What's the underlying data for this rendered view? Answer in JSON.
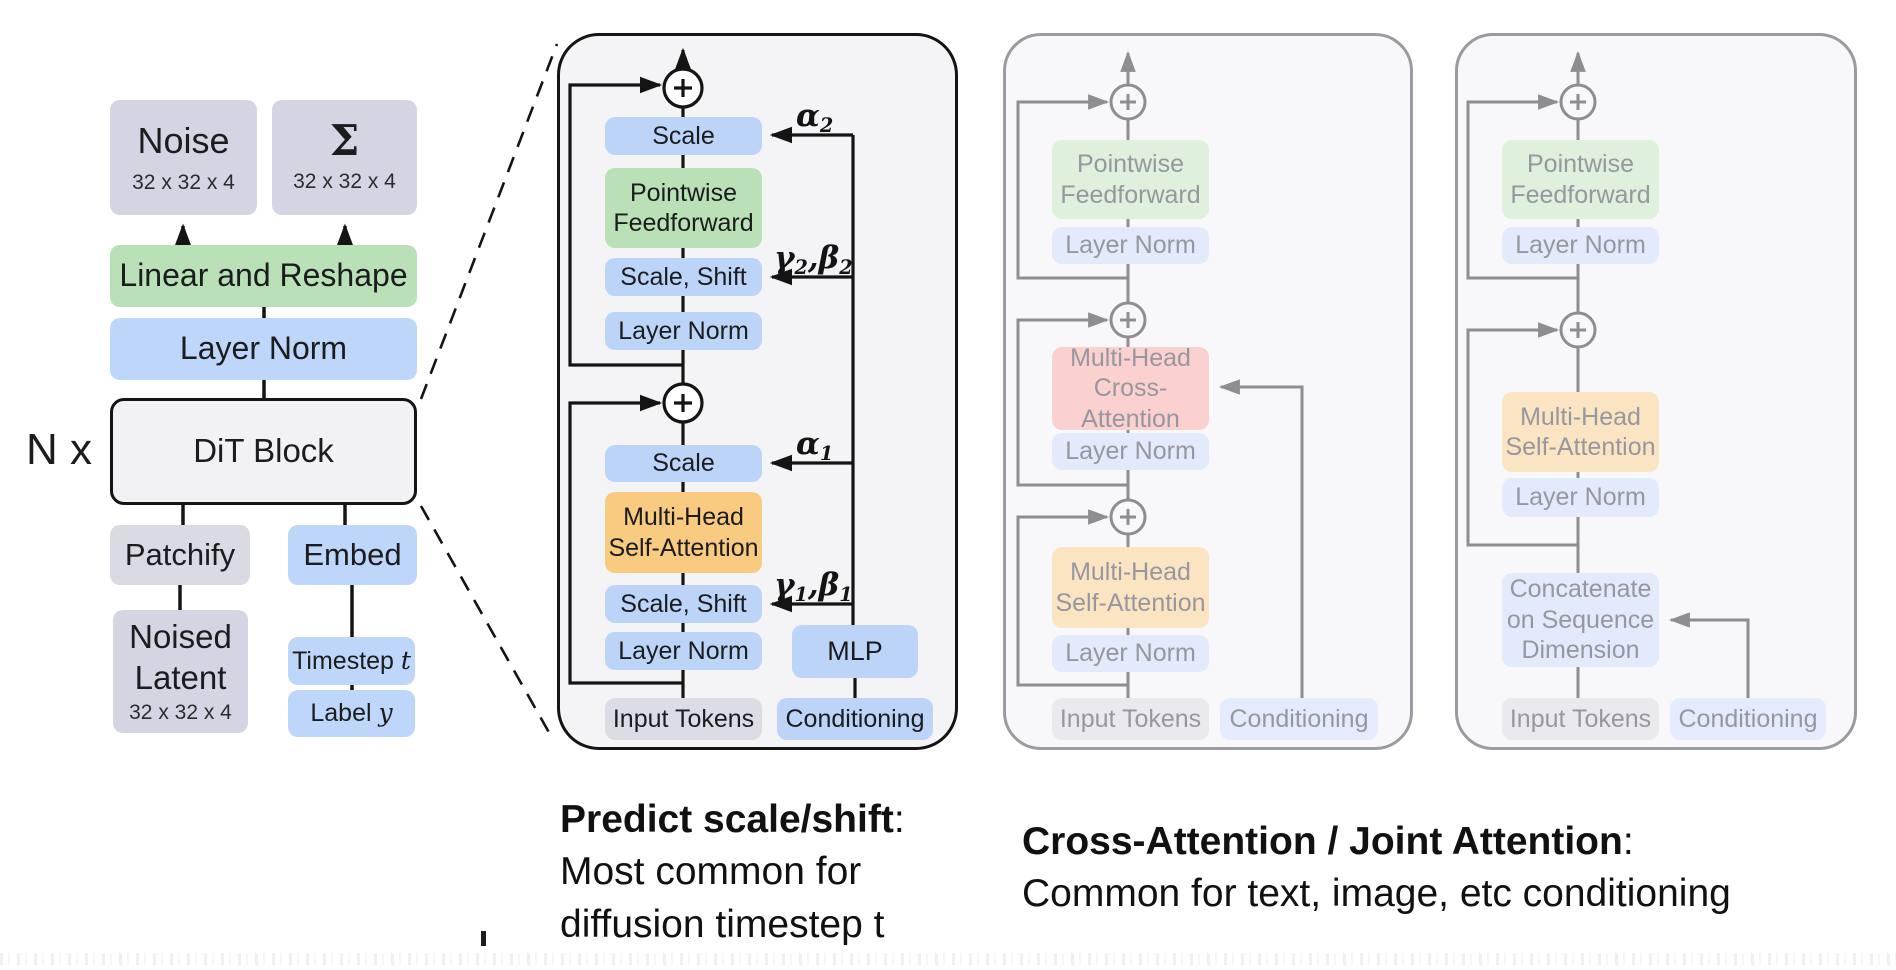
{
  "colors": {
    "blue": "#BED6F9",
    "green": "#B9E0B6",
    "orange": "#F9CB80",
    "lavender": "#D4D5E2",
    "faded_pink": "#FBD1CF",
    "panel_border_dark": "#141414",
    "panel_border_grey": "#9A9AA0",
    "panel_bg": "#F4F4F6"
  },
  "overview": {
    "n_label": "N x",
    "noise": {
      "title": "Noise",
      "dims": "32 x 32 x 4"
    },
    "sigma": {
      "title": "Σ",
      "dims": "32 x 32 x 4"
    },
    "linear_reshape": "Linear and Reshape",
    "layer_norm": "Layer Norm",
    "dit_block": "DiT Block",
    "patchify": "Patchify",
    "embed": "Embed",
    "noised_latent": {
      "title": "Noised\nLatent",
      "dims": "32 x 32 x 4"
    },
    "timestep": {
      "prefix": "Timestep ",
      "var": "t"
    },
    "label": {
      "prefix": "Label ",
      "var": "y"
    }
  },
  "adaln": {
    "scale_top": "Scale",
    "pointwise_feedforward": "Pointwise\nFeedforward",
    "scale_shift_top": "Scale, Shift",
    "layer_norm_top": "Layer Norm",
    "alpha2": {
      "base": "α",
      "sub": "2"
    },
    "gamma_beta2": {
      "p1": "γ",
      "s1": "2",
      "p2": ",β",
      "s2": "2"
    },
    "scale_bottom": "Scale",
    "mhsa": "Multi-Head\nSelf-Attention",
    "scale_shift_bottom": "Scale, Shift",
    "layer_norm_bottom": "Layer Norm",
    "alpha1": {
      "base": "α",
      "sub": "1"
    },
    "gamma_beta1": {
      "p1": "γ",
      "s1": "1",
      "p2": ",β",
      "s2": "1"
    },
    "mlp": "MLP",
    "input_tokens": "Input Tokens",
    "conditioning": "Conditioning"
  },
  "cross_attn": {
    "pointwise_feedforward": "Pointwise\nFeedforward",
    "layer_norm_1": "Layer Norm",
    "mhca": "Multi-Head\nCross-Attention",
    "layer_norm_2": "Layer Norm",
    "mhsa": "Multi-Head\nSelf-Attention",
    "layer_norm_3": "Layer Norm",
    "input_tokens": "Input Tokens",
    "conditioning": "Conditioning"
  },
  "joint_attn": {
    "pointwise_feedforward": "Pointwise\nFeedforward",
    "layer_norm_1": "Layer Norm",
    "mhsa": "Multi-Head\nSelf-Attention",
    "layer_norm_2": "Layer Norm",
    "concat": "Concatenate\non Sequence\nDimension",
    "input_tokens": "Input Tokens",
    "conditioning": "Conditioning"
  },
  "captions": {
    "left_title": "Predict scale/shift",
    "left_colon": ":",
    "left_body": "Most common for\ndiffusion timestep t",
    "right_title": "Cross-Attention / Joint Attention",
    "right_colon": ":",
    "right_body": "Common for text, image, etc conditioning"
  }
}
